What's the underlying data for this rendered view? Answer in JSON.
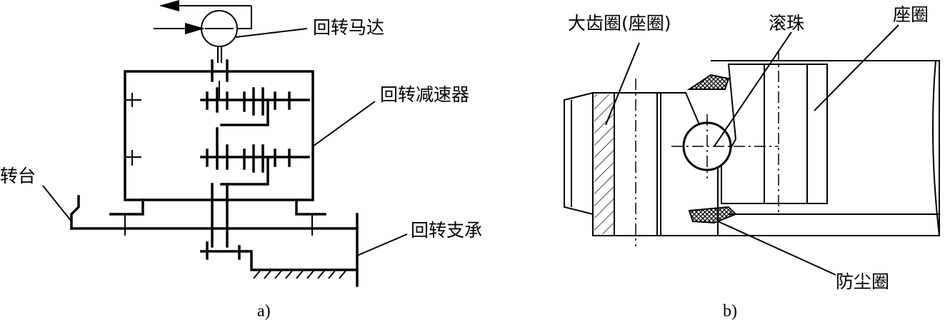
{
  "labels": {
    "motor": "回转马达",
    "reducer": "回转减速器",
    "turntable": "转台",
    "bearing": "回转支承",
    "gear_ring": "大齿圈(座圈)",
    "ball": "滚珠",
    "seat_ring": "座圈",
    "dust_ring": "防尘圈"
  },
  "captions": {
    "a": "a)",
    "b": "b)"
  },
  "colors": {
    "line": "#000000",
    "background": "#ffffff"
  }
}
